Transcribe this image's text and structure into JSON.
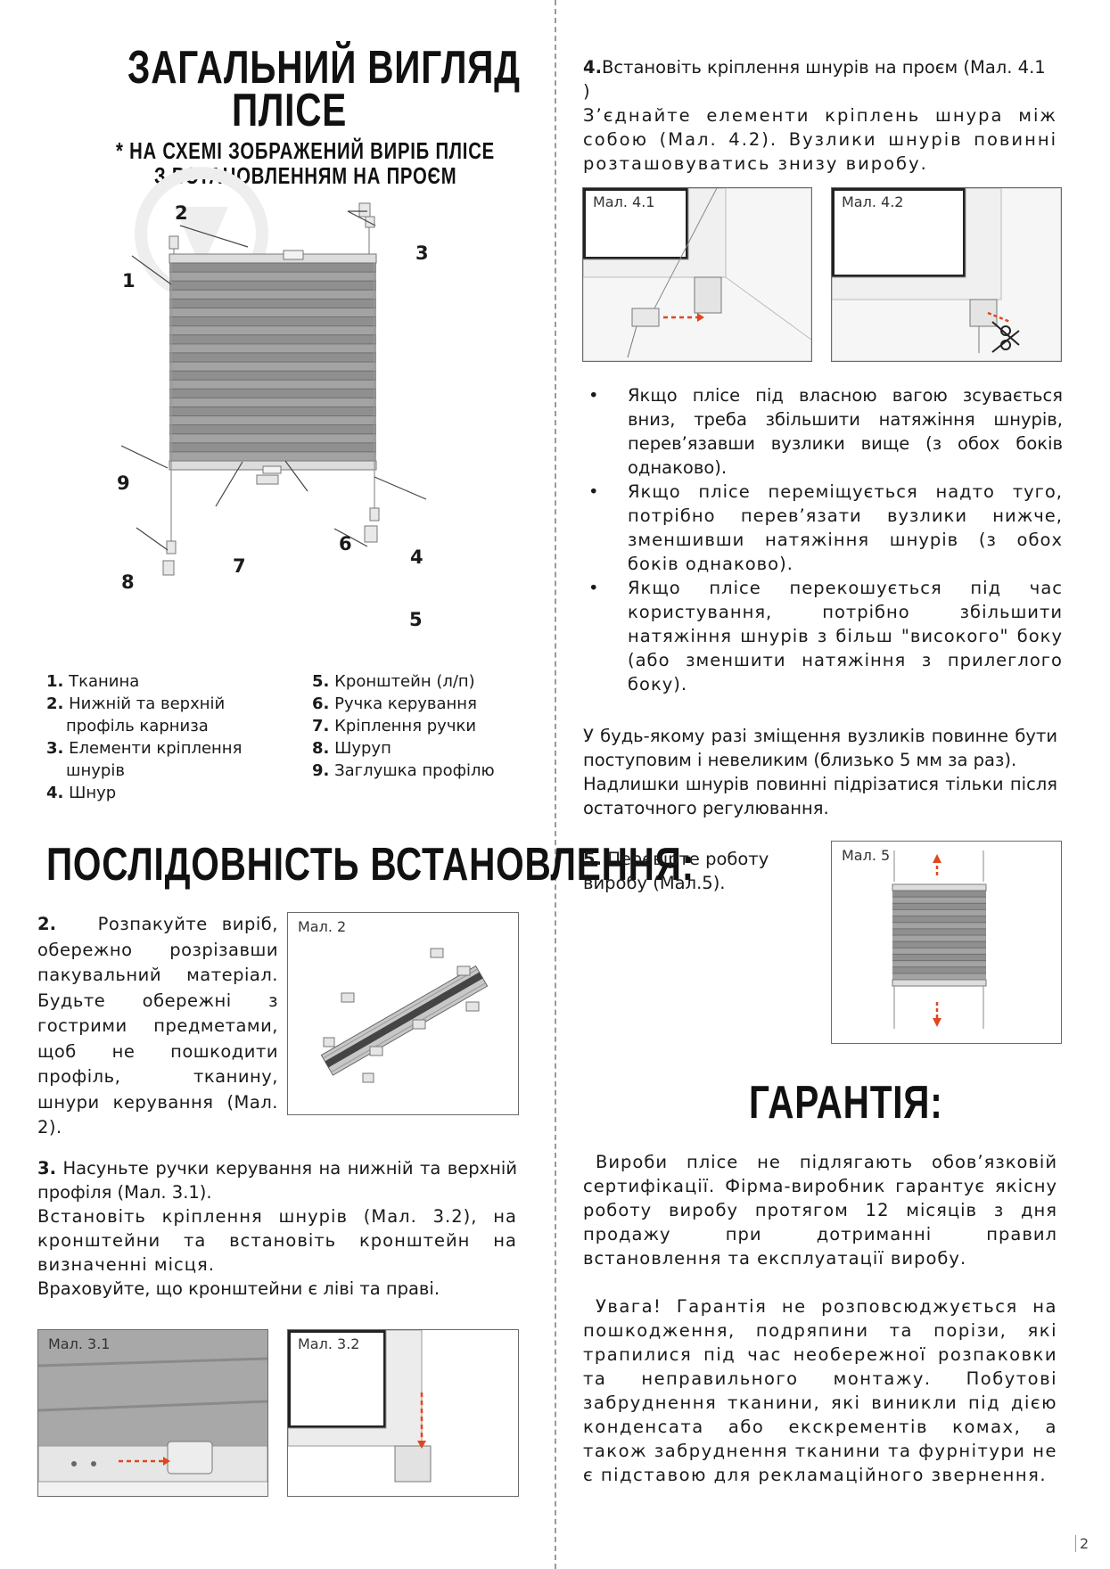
{
  "overview": {
    "title_line1": "ЗАГАЛЬНИЙ ВИГЛЯД",
    "title_line2": "ПЛІСЕ",
    "note_line1": "* НА СХЕМІ ЗОБРАЖЕНИЙ ВИРІБ ПЛІСЕ",
    "note_line2": "З ВСТАНОВЛЕННЯМ НА ПРОЄМ",
    "callouts": [
      "1",
      "2",
      "3",
      "4",
      "5",
      "6",
      "7",
      "8",
      "9"
    ],
    "legend_left": [
      {
        "num": "1.",
        "text": "Тканина"
      },
      {
        "num": "2.",
        "text": "Нижній та верхній профіль карниза"
      },
      {
        "num": "3.",
        "text": "Елементи кріплення шнурів"
      },
      {
        "num": "4.",
        "text": "Шнур"
      }
    ],
    "legend_right": [
      {
        "num": "5.",
        "text": "Кронштейн (л/п)"
      },
      {
        "num": "6.",
        "text": "Ручка керування"
      },
      {
        "num": "7.",
        "text": "Кріплення ручки"
      },
      {
        "num": "8.",
        "text": "Шуруп"
      },
      {
        "num": "9.",
        "text": "Заглушка профілю"
      }
    ]
  },
  "install": {
    "title": "ПОСЛІДОВНІСТЬ ВСТАНОВЛЕННЯ:",
    "step2_num": "2.",
    "step2_text": "Розпакуйте виріб, обережно розрізавши пакувальний матеріал. Будьте обережні з гострими предметами, щоб не пошкодити профіль, тканину, шнури керування (Мал. 2).",
    "fig2_caption": "Мал. 2",
    "step3_num": "3.",
    "step3_text1": "Насуньте ручки керування на нижній та верхній профіля (Мал. 3.1).",
    "step3_text2": "Встановіть кріплення шнурів (Мал. 3.2), на кронштейни та встановіть кронштейн на визначенні місця.",
    "step3_text3": "Враховуйте, що кронштейни є ліві та праві.",
    "fig31_caption": "Мал. 3.1",
    "fig32_caption": "Мал. 3.2"
  },
  "step4": {
    "num": "4.",
    "text_a": "Встановіть кріплення шнурів на проєм (Мал. 4.1 )",
    "text_b": "З’єднайте елементи кріплень шнура між собою (Мал. 4.2). Вузлики шнурів повинні розташовуватись знизу виробу.",
    "fig41_caption": "Мал. 4.1",
    "fig42_caption": "Мал. 4.2",
    "bullets": [
      "Якщо плісе під власною вагою зсувається вниз, треба збільшити натяжіння шнурів, перев’язавши вузлики вище (з обох боків однаково).",
      "Якщо плісе переміщується надто туго, потрібно перев’язати вузлики нижче, зменшивши натяжіння шнурів (з обох боків однаково).",
      "Якщо плісе перекошується під час користування, потрібно збільшити натяжіння шнурів з більш \"високого\" боку (або зменшити натяжіння з прилеглого боку)."
    ],
    "bullet_symbol": "•",
    "note1": "У будь-якому разі зміщення вузликів повинне бути поступовим і невеликим (близько 5 мм за раз).",
    "note2": "Надлишки шнурів повинні підрізатися тільки після остаточного регулювання."
  },
  "step5": {
    "num": "5.",
    "text": "Перевірте роботу виробу (Мал.5).",
    "fig5_caption": "Мал. 5"
  },
  "warranty": {
    "title": "ГАРАНТІЯ:",
    "para1": "Вироби плісе не підлягають обов’язковій сертифікації. Фірма-виробник гарантує якісну роботу виробу протягом 12 місяців з дня продажу при дотриманні правил встановлення та експлуатації виробу.",
    "para2": "Увага! Гарантія не розповсюджується на пошкодження, подряпини та порізи, які трапилися під час необережної розпаковки та неправильного монтажу. Побутові забруднення тканини, які виникли під дією конденсата або екскрементів комах, а також забруднення тканини та фурнітури не є підставою для рекламаційного звернення."
  },
  "page_number": "2",
  "colors": {
    "arrow_red": "#e0471e",
    "fabric_gray": "#9b9b9b",
    "rail_gray": "#d9d9d9"
  }
}
